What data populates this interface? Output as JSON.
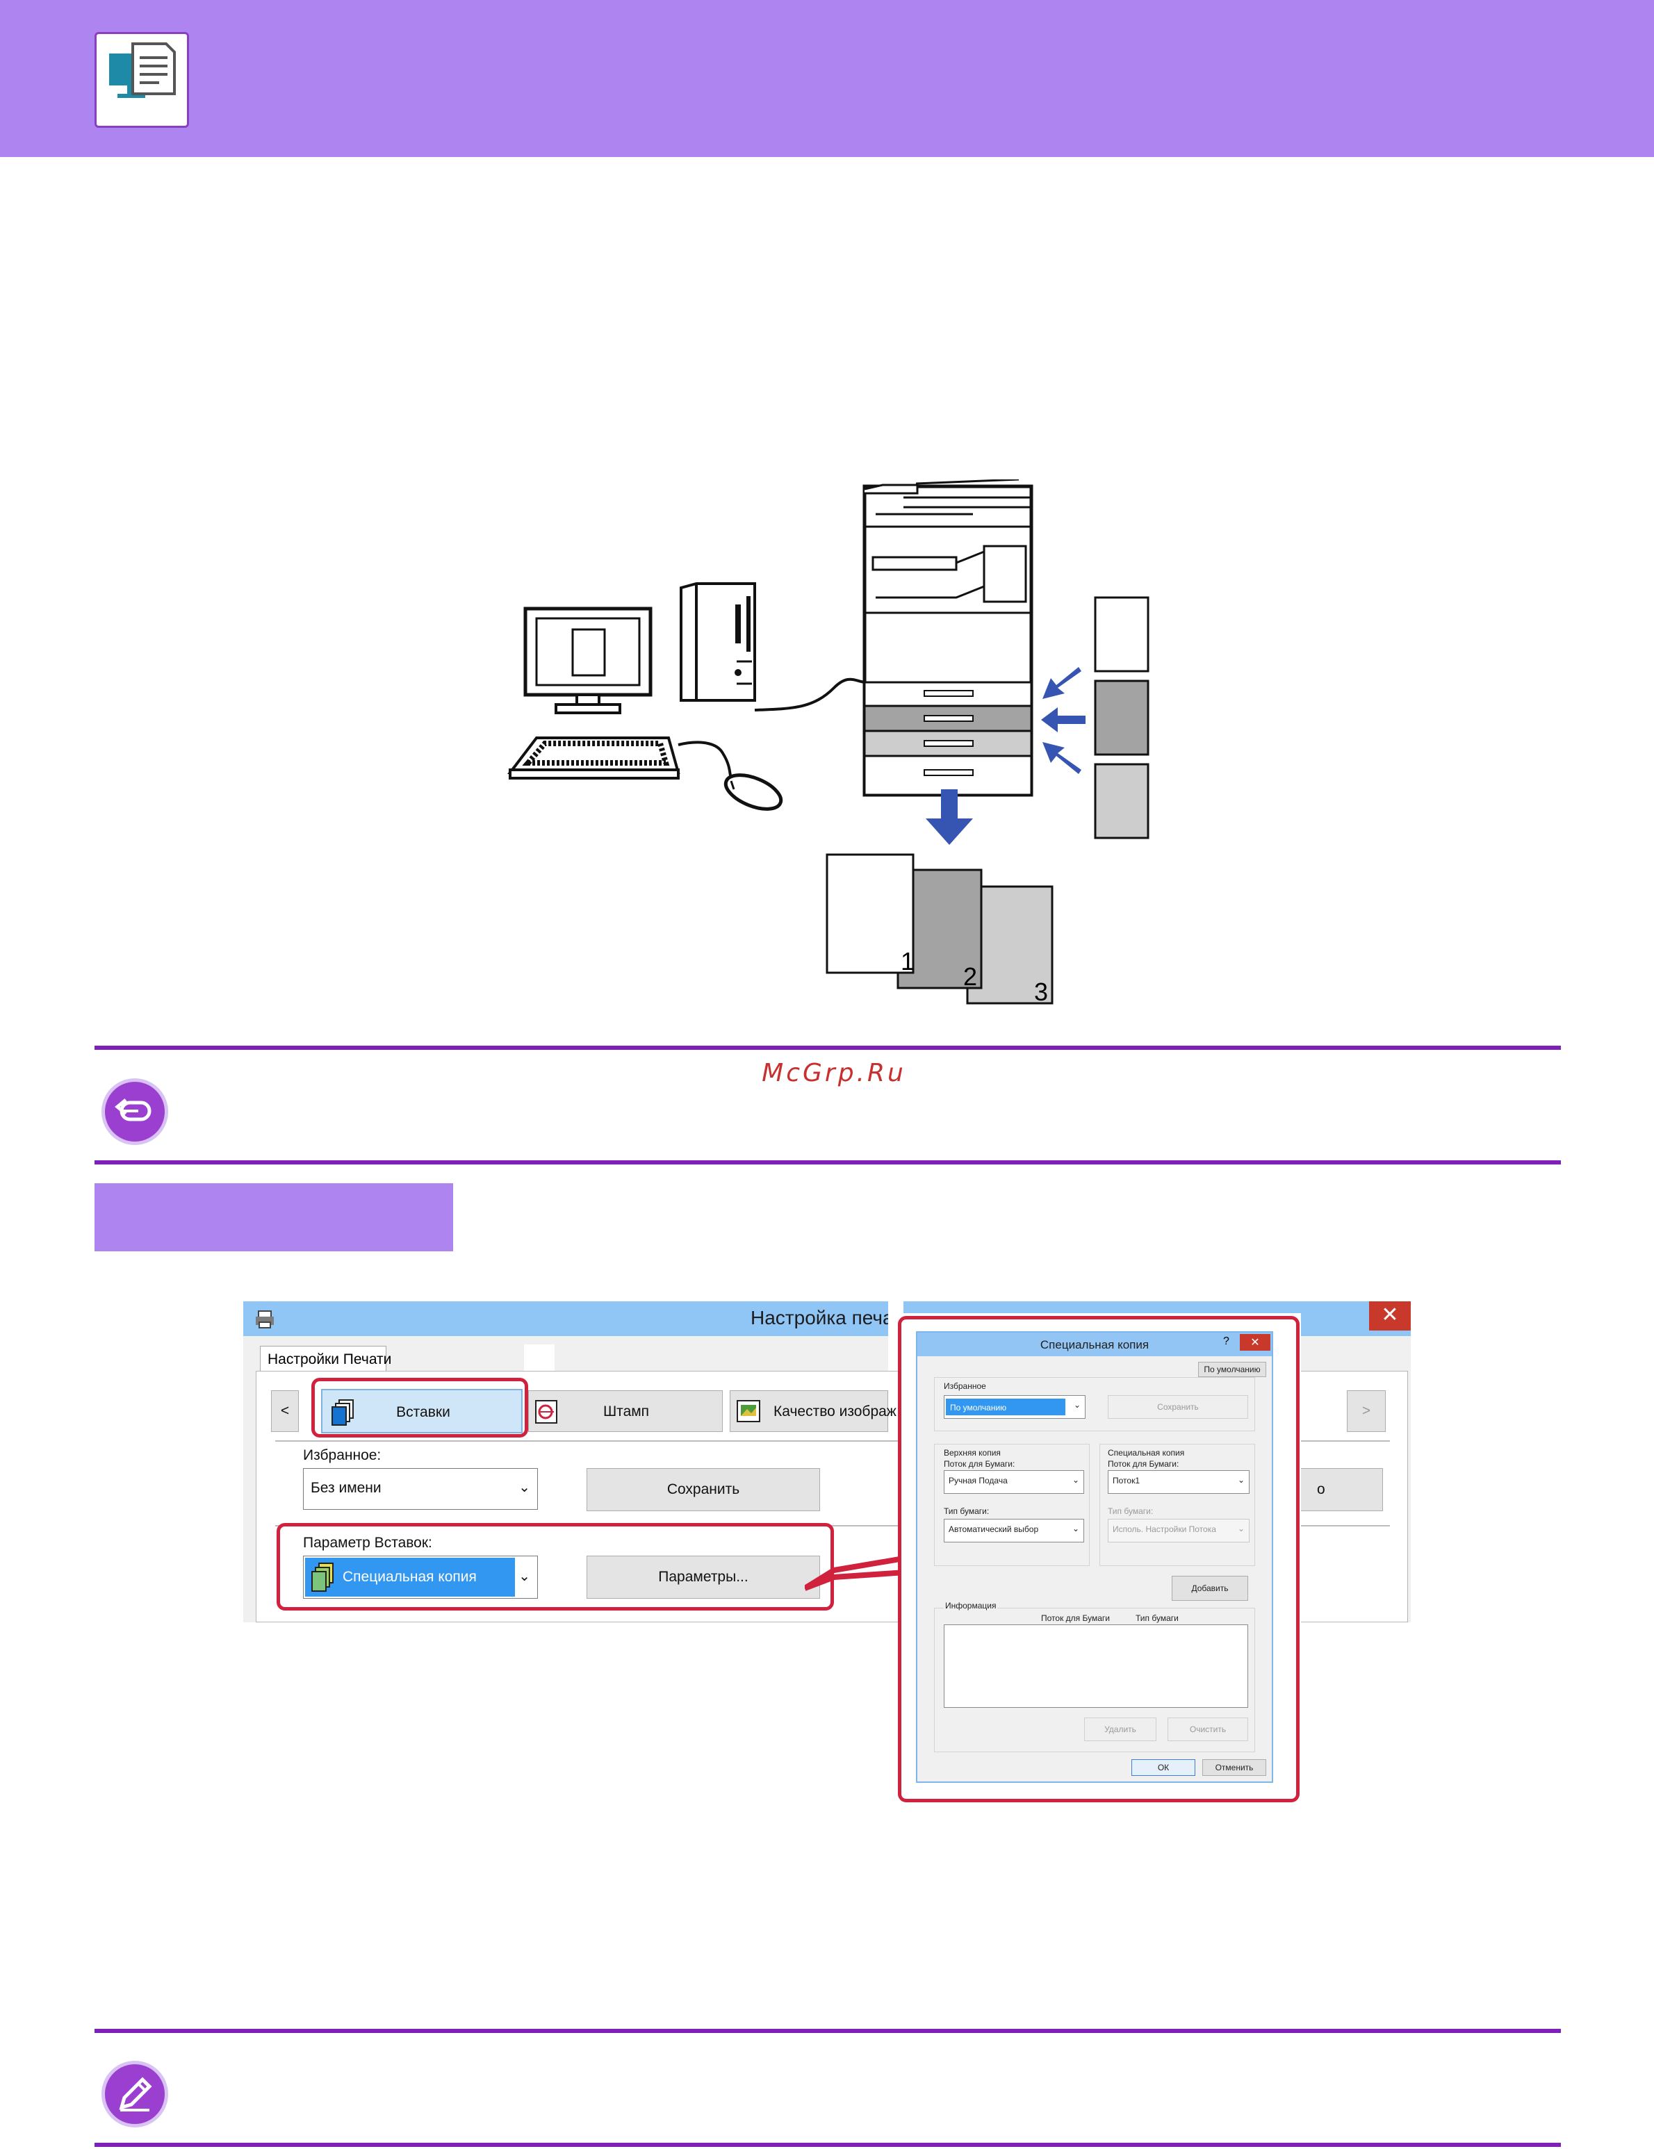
{
  "watermark": "McGrp.Ru",
  "illustration": {
    "output_labels": [
      "1",
      "2",
      "3"
    ]
  },
  "driver_window": {
    "title": "Настройка печат",
    "close_glyph": "✕",
    "tab_label": "Настройки Печати",
    "nav_prev": "<",
    "nav_next": ">",
    "toolbar": {
      "inserts_label": "Вставки",
      "stamp_label": "Штамп",
      "quality_label": "Качество изображ",
      "partial_right": "о"
    },
    "favorites": {
      "label": "Избранное:",
      "value": "Без имени",
      "save_label": "Сохранить"
    },
    "insert_params": {
      "label": "Параметр Вставок:",
      "value": "Специальная копия",
      "params_button": "Параметры..."
    }
  },
  "dialog": {
    "title": "Специальная копия",
    "help": "?",
    "close": "✕",
    "default_button": "По умолчанию",
    "favorites_label": "Избранное",
    "favorites_value": "По умолчанию",
    "save_button": "Сохранить",
    "top_copy": {
      "group_label": "Верхняя копия",
      "paper_source_label": "Поток для Бумаги:",
      "paper_source_value": "Ручная Подача",
      "paper_type_label": "Тип бумаги:",
      "paper_type_value": "Автоматический выбор"
    },
    "special_copy": {
      "group_label": "Специальная копия",
      "paper_source_label": "Поток для Бумаги:",
      "paper_source_value": "Поток1",
      "paper_type_label": "Тип бумаги:",
      "paper_type_value": "Исполь. Настройки Потока"
    },
    "add_button": "Добавить",
    "info": {
      "label": "Информация",
      "columns": [
        "Поток для Бумаги",
        "Тип бумаги"
      ]
    },
    "delete_button": "Удалить",
    "clear_button": "Очистить",
    "ok_button": "ОК",
    "cancel_button": "Отменить"
  },
  "colors": {
    "header_band": "#ae85f0",
    "rule": "#7d21b8",
    "highlight_frame": "#d0213d",
    "arrow_blue": "#3655b3"
  }
}
